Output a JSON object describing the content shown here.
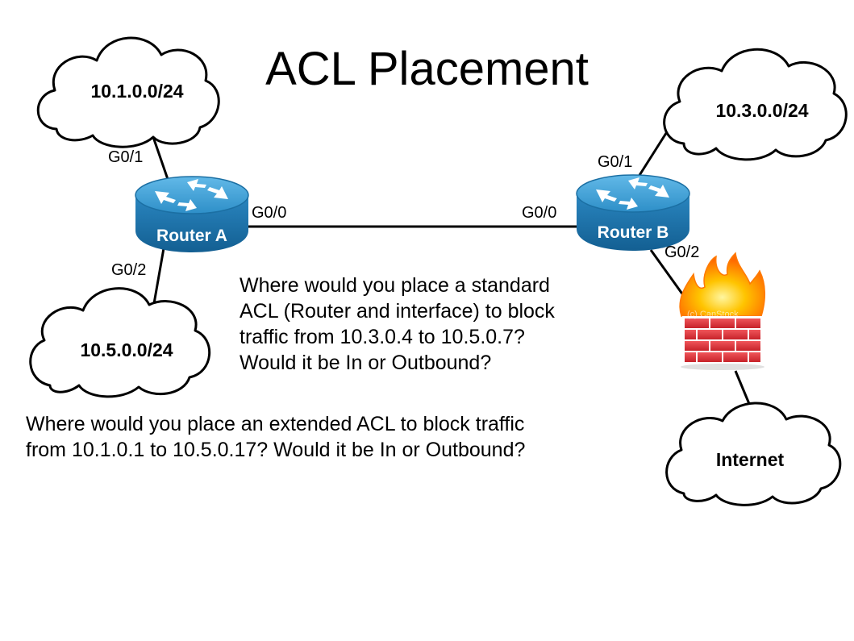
{
  "title": "ACL Placement",
  "clouds": {
    "net_10_1": "10.1.0.0/24",
    "net_10_5": "10.5.0.0/24",
    "net_10_3": "10.3.0.0/24",
    "internet": "Internet"
  },
  "routers": {
    "a": {
      "label": "Router A",
      "iface_g01": "G0/1",
      "iface_g00": "G0/0",
      "iface_g02": "G0/2"
    },
    "b": {
      "label": "Router B",
      "iface_g01": "G0/1",
      "iface_g00": "G0/0",
      "iface_g02": "G0/2"
    }
  },
  "firewall": {
    "watermark": "(c) CanStock"
  },
  "questions": {
    "standard": [
      "Where would you place a standard",
      "ACL (Router and interface) to block",
      "traffic from 10.3.0.4 to 10.5.0.7?",
      "Would it be In or Outbound?"
    ],
    "extended": [
      "Where would you place an extended ACL to block traffic",
      "from 10.1.0.1 to 10.5.0.17?  Would it be In or Outbound?"
    ]
  },
  "colors": {
    "router_body": "#1e7fb8",
    "router_top": "#3aa0d6",
    "brick": "#e8333a",
    "flame_outer": "#ff8a00",
    "flame_inner": "#ffe14a"
  }
}
